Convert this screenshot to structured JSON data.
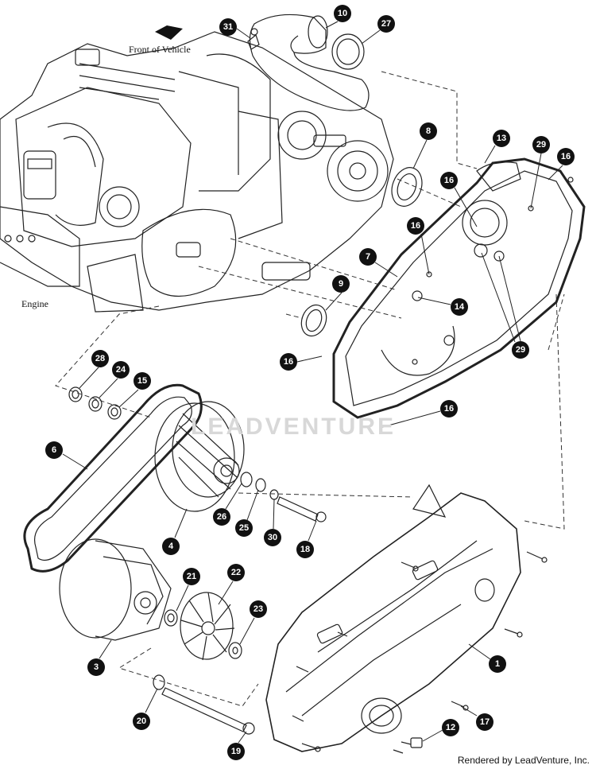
{
  "labels": {
    "front_of_vehicle": "Front of Vehicle",
    "engine": "Engine",
    "watermark": "LEADVENTURE",
    "credit": "Rendered by LeadVenture, Inc."
  },
  "callouts": {
    "c31": "31",
    "c10": "10",
    "c27": "27",
    "c8": "8",
    "c13": "13",
    "c29a": "29",
    "c16a": "16",
    "c16b": "16",
    "c16c": "16",
    "c7": "7",
    "c9": "9",
    "c14": "14",
    "c29b": "29",
    "c16d": "16",
    "c16e": "16",
    "c28": "28",
    "c24": "24",
    "c15": "15",
    "c6": "6",
    "c26": "26",
    "c25": "25",
    "c30": "30",
    "c18": "18",
    "c4": "4",
    "c21": "21",
    "c22": "22",
    "c23": "23",
    "c3": "3",
    "c1": "1",
    "c17": "17",
    "c12": "12",
    "c20": "20",
    "c19": "19"
  }
}
